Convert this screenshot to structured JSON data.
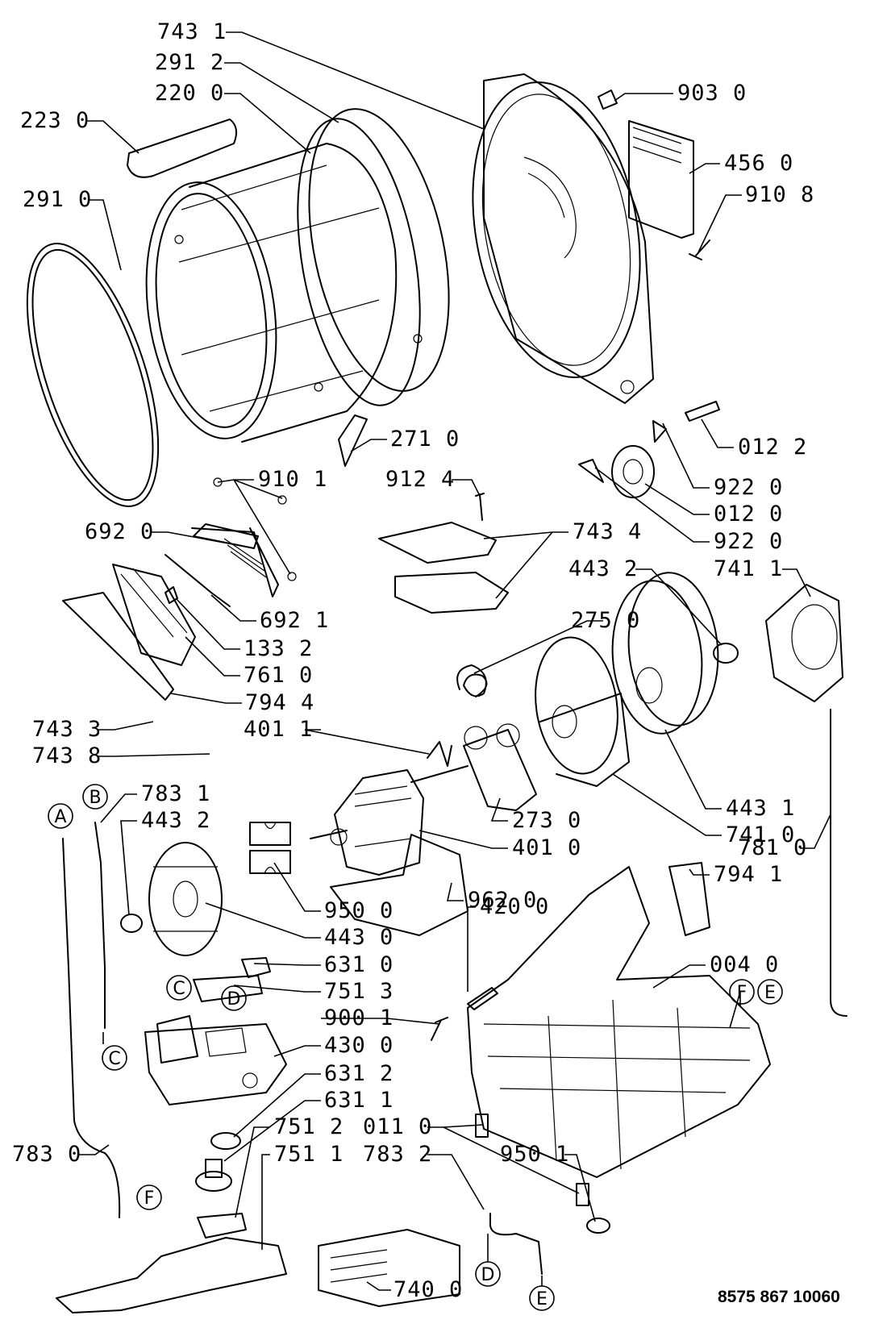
{
  "diagram": {
    "doc_number": "8575 867 10060",
    "part_labels": [
      {
        "id": "l01",
        "text": "743 1"
      },
      {
        "id": "l02",
        "text": "291 2"
      },
      {
        "id": "l03",
        "text": "220 0"
      },
      {
        "id": "l04",
        "text": "223 0"
      },
      {
        "id": "l05",
        "text": "291 0"
      },
      {
        "id": "l06",
        "text": "903 0"
      },
      {
        "id": "l07",
        "text": "456 0"
      },
      {
        "id": "l08",
        "text": "910 8"
      },
      {
        "id": "l09",
        "text": "271 0"
      },
      {
        "id": "l10",
        "text": "012 2"
      },
      {
        "id": "l11",
        "text": "910 1"
      },
      {
        "id": "l12",
        "text": "912 4"
      },
      {
        "id": "l13",
        "text": "922 0"
      },
      {
        "id": "l14",
        "text": "012 0"
      },
      {
        "id": "l15",
        "text": "692 0"
      },
      {
        "id": "l16",
        "text": "743 4"
      },
      {
        "id": "l17",
        "text": "922 0"
      },
      {
        "id": "l18",
        "text": "443 2"
      },
      {
        "id": "l19",
        "text": "741 1"
      },
      {
        "id": "l20",
        "text": "692 1"
      },
      {
        "id": "l21",
        "text": "133 2"
      },
      {
        "id": "l22",
        "text": "275 0"
      },
      {
        "id": "l23",
        "text": "761 0"
      },
      {
        "id": "l24",
        "text": "794 4"
      },
      {
        "id": "l25",
        "text": "401 1"
      },
      {
        "id": "l26",
        "text": "743 3"
      },
      {
        "id": "l27",
        "text": "743 8"
      },
      {
        "id": "l28",
        "text": "443 1"
      },
      {
        "id": "l29",
        "text": "741 0"
      },
      {
        "id": "l30",
        "text": "783 1"
      },
      {
        "id": "l31",
        "text": "443 2"
      },
      {
        "id": "l32",
        "text": "273 0"
      },
      {
        "id": "l33",
        "text": "401 0"
      },
      {
        "id": "l34",
        "text": "781 0"
      },
      {
        "id": "l35",
        "text": "794 1"
      },
      {
        "id": "l36",
        "text": "962 0"
      },
      {
        "id": "l37",
        "text": "420 0"
      },
      {
        "id": "l38",
        "text": "950 0"
      },
      {
        "id": "l39",
        "text": "443 0"
      },
      {
        "id": "l40",
        "text": "004 0"
      },
      {
        "id": "l41",
        "text": "631 0"
      },
      {
        "id": "l42",
        "text": "751 3"
      },
      {
        "id": "l43",
        "text": "900 1"
      },
      {
        "id": "l44",
        "text": "430 0"
      },
      {
        "id": "l45",
        "text": "631 2"
      },
      {
        "id": "l46",
        "text": "631 1"
      },
      {
        "id": "l47",
        "text": "011 0"
      },
      {
        "id": "l48",
        "text": "751 2"
      },
      {
        "id": "l49",
        "text": "783 2"
      },
      {
        "id": "l50",
        "text": "783 0"
      },
      {
        "id": "l51",
        "text": "751 1"
      },
      {
        "id": "l52",
        "text": "950 1"
      },
      {
        "id": "l53",
        "text": "740 0"
      }
    ],
    "connector_markers": [
      {
        "id": "cA1",
        "text": "A"
      },
      {
        "id": "cB1",
        "text": "B"
      },
      {
        "id": "cC1",
        "text": "C"
      },
      {
        "id": "cD1",
        "text": "D"
      },
      {
        "id": "cC2",
        "text": "C"
      },
      {
        "id": "cF1",
        "text": "F"
      },
      {
        "id": "cE1",
        "text": "E"
      },
      {
        "id": "cF2",
        "text": "F"
      },
      {
        "id": "cD2",
        "text": "D"
      },
      {
        "id": "cE2",
        "text": "E"
      }
    ]
  }
}
